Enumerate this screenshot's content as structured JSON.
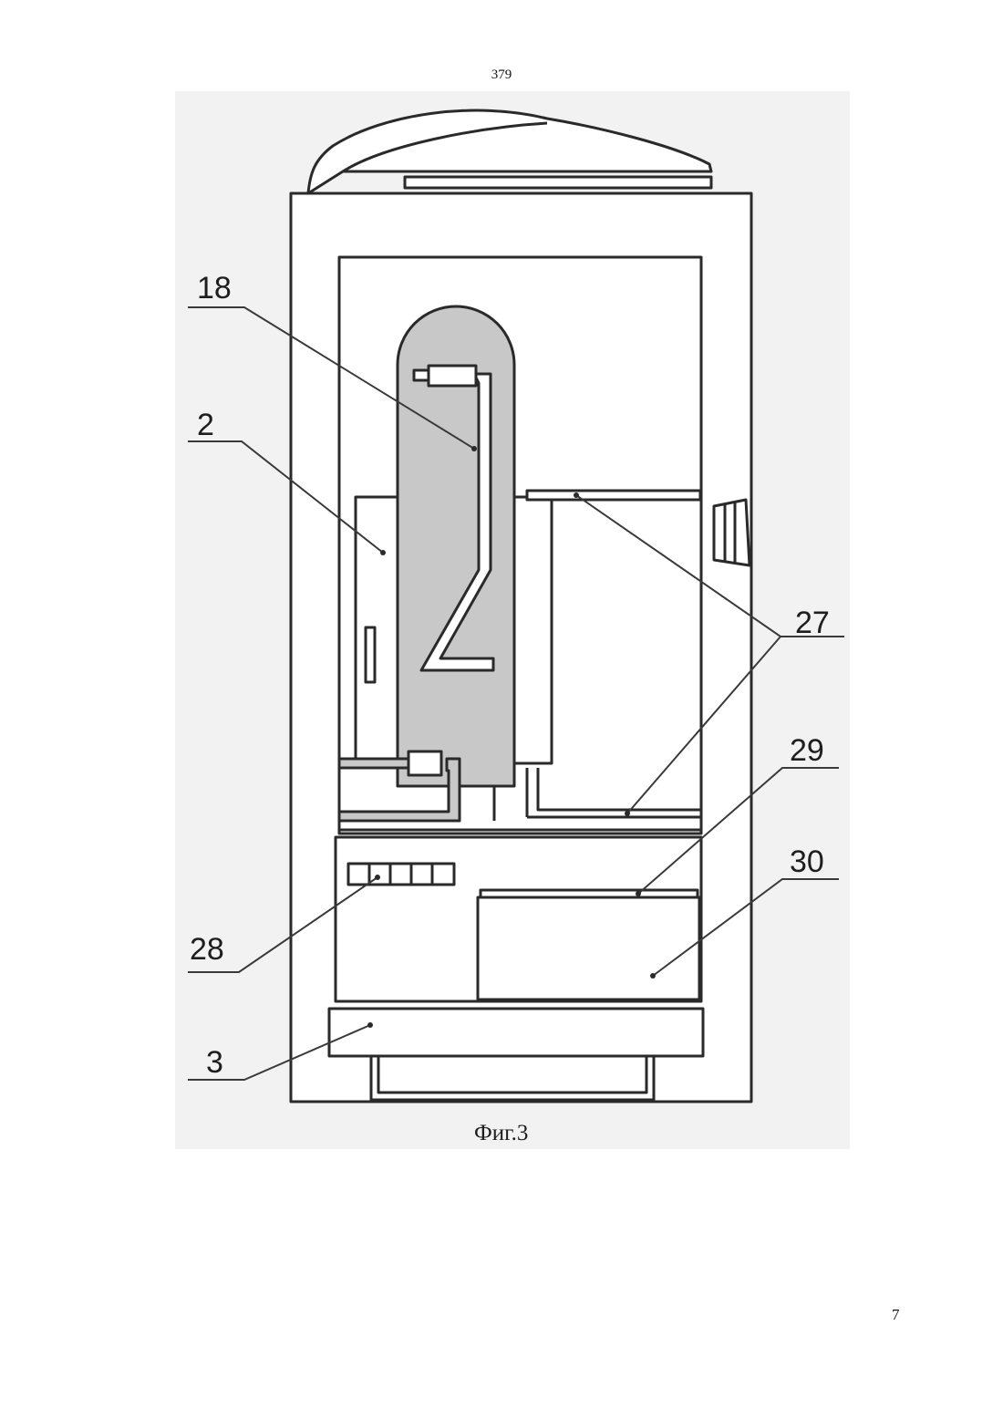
{
  "page": {
    "top_number": "379",
    "bottom_number": "7"
  },
  "figure": {
    "caption": "Фиг.3",
    "callouts": [
      "18",
      "2",
      "27",
      "29",
      "30",
      "28",
      "3"
    ],
    "colors": {
      "line": "#2a2a2a",
      "panel": "#f2f2f2",
      "tank": "#c8c8c8",
      "paper": "#ffffff"
    }
  }
}
